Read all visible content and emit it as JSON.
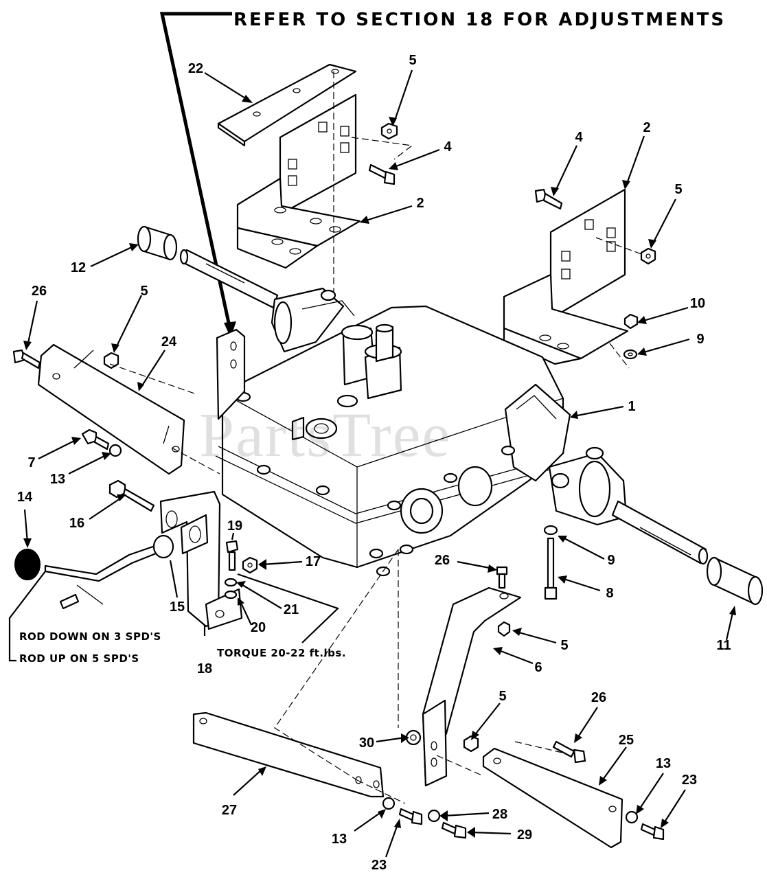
{
  "header_note": "REFER TO SECTION 18 FOR ADJUSTMENTS",
  "rod_note_1": "ROD DOWN ON 3 SPD'S",
  "rod_note_2": "ROD UP ON 5 SPD'S",
  "torque_note": "TORQUE 20-22 ft.lbs.",
  "watermark": "PartsTree",
  "callouts": [
    "22",
    "5",
    "4",
    "2",
    "4",
    "2",
    "5",
    "12",
    "26",
    "5",
    "24",
    "1",
    "10",
    "9",
    "7",
    "13",
    "14",
    "16",
    "19",
    "17",
    "15",
    "21",
    "20",
    "18",
    "26",
    "9",
    "8",
    "5",
    "11",
    "6",
    "30",
    "5",
    "26",
    "25",
    "13",
    "23",
    "27",
    "28",
    "29",
    "13",
    "23"
  ]
}
